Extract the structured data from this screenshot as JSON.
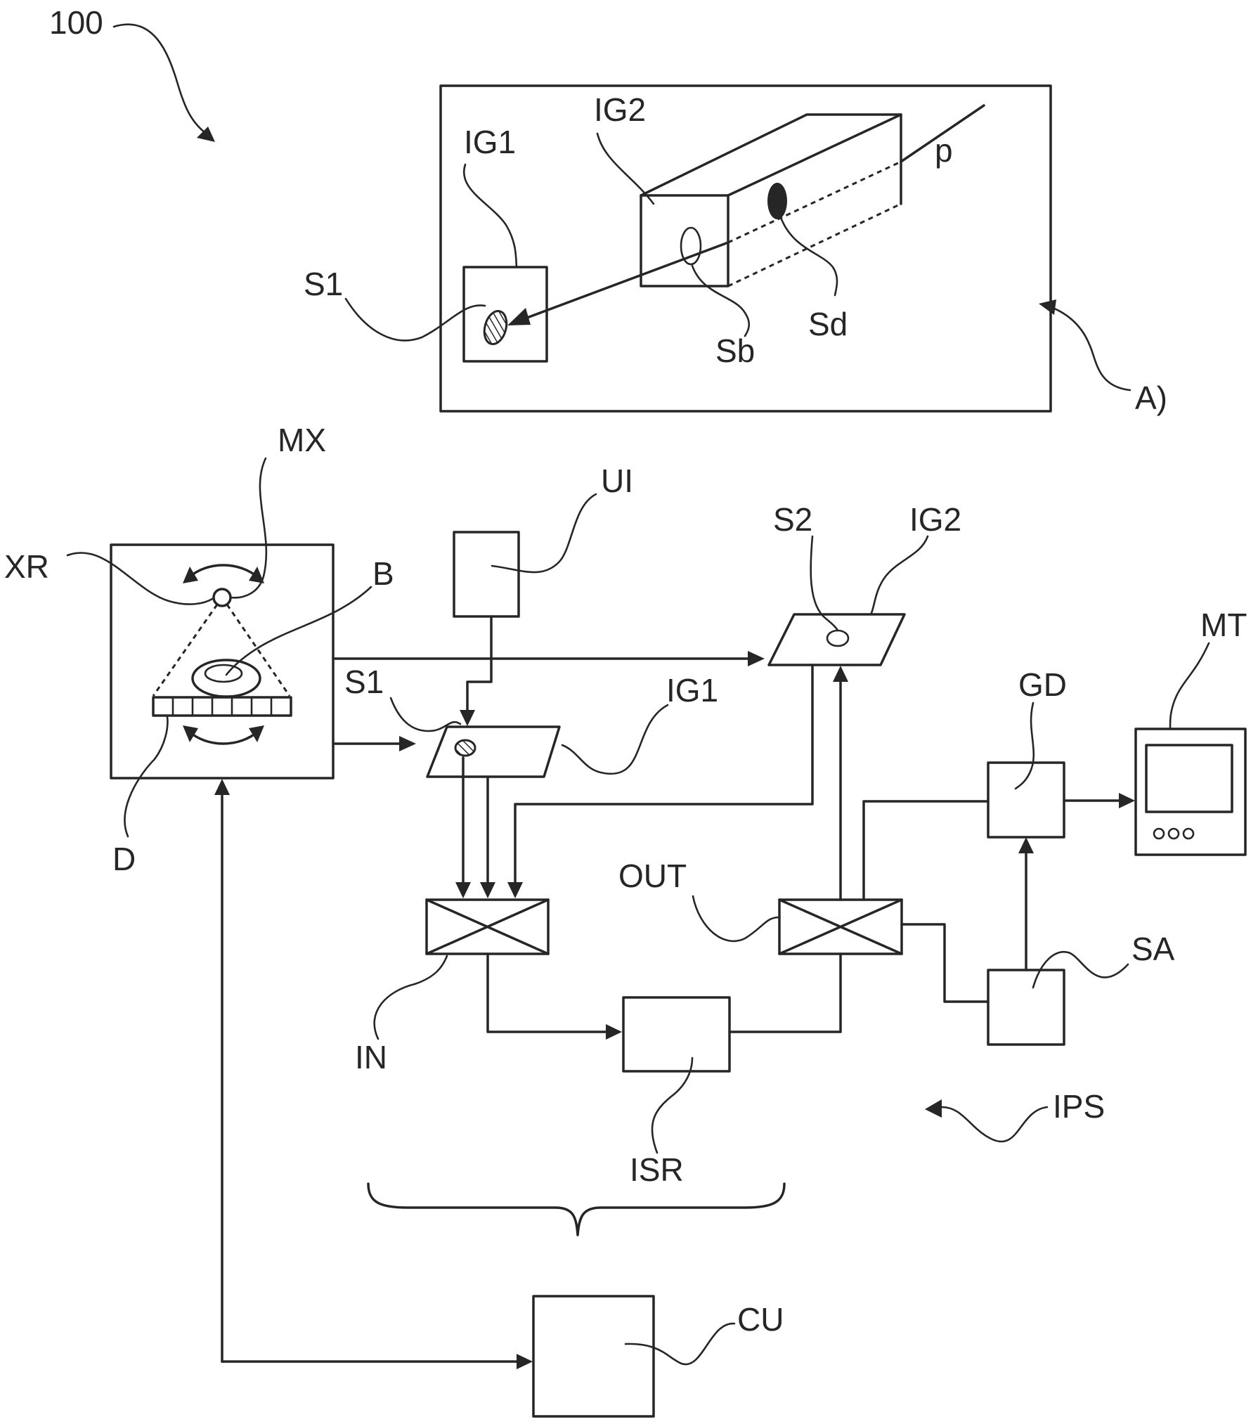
{
  "figure_number": "100",
  "inset": {
    "tag": "A)",
    "labels": {
      "ig1": "IG1",
      "ig2": "IG2",
      "s1": "S1",
      "sb": "Sb",
      "sd": "Sd",
      "p": "p"
    }
  },
  "blocks": {
    "imager": {
      "xr": "XR",
      "mx": "MX",
      "b": "B",
      "d": "D"
    },
    "ui": "UI",
    "s1": "S1",
    "ig1": "IG1",
    "s2": "S2",
    "ig2": "IG2",
    "in": "IN",
    "out": "OUT",
    "isr": "ISR",
    "gd": "GD",
    "sa": "SA",
    "mt": "MT",
    "ips": "IPS",
    "cu": "CU"
  },
  "colors": {
    "ink": "#262626",
    "background": "#ffffff"
  }
}
